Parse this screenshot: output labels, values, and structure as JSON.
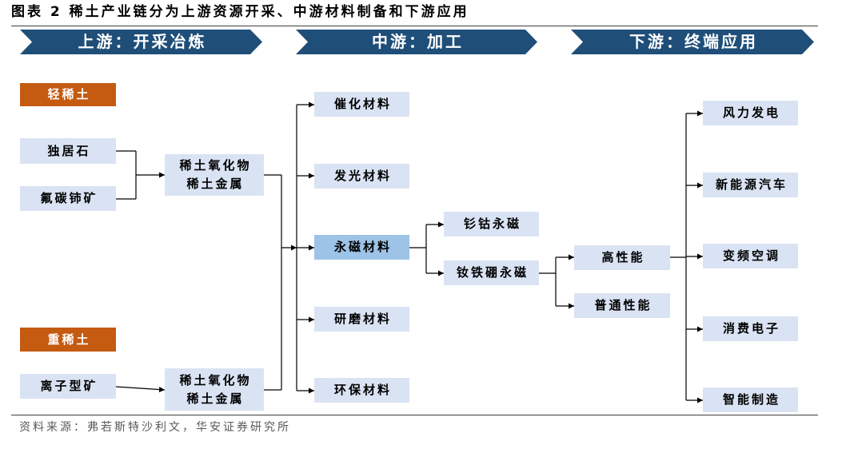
{
  "title": "图表 2 稀土产业链分为上游资源开采、中游材料制备和下游应用",
  "stages": [
    "上游：开采冶炼",
    "中游：加工",
    "下游：终端应用"
  ],
  "upstream": {
    "light_rare_earth": {
      "label": "轻稀土",
      "ores": [
        "独居石",
        "氟碳铈矿"
      ],
      "products": [
        "稀土氧化物",
        "稀土金属"
      ]
    },
    "heavy_rare_earth": {
      "label": "重稀土",
      "ores": [
        "离子型矿"
      ],
      "products": [
        "稀土氧化物",
        "稀土金属"
      ]
    }
  },
  "midstream": {
    "materials": [
      "催化材料",
      "发光材料",
      "永磁材料",
      "研磨材料",
      "环保材料"
    ],
    "permanent_magnets": [
      "钐钴永磁",
      "钕铁硼永磁"
    ],
    "magnet_grades": [
      "高性能",
      "普通性能"
    ]
  },
  "downstream": {
    "applications": [
      "风力发电",
      "新能源汽车",
      "变频空调",
      "消费电子",
      "智能制造"
    ]
  },
  "source": "资料来源：弗若斯特沙利文，华安证券研究所",
  "colors": {
    "stage_banner": "#1f4e79",
    "category_label": "#c55a11",
    "node": "#dae3f3",
    "highlighted_node": "#9dc3e6",
    "connector": "#000000"
  }
}
